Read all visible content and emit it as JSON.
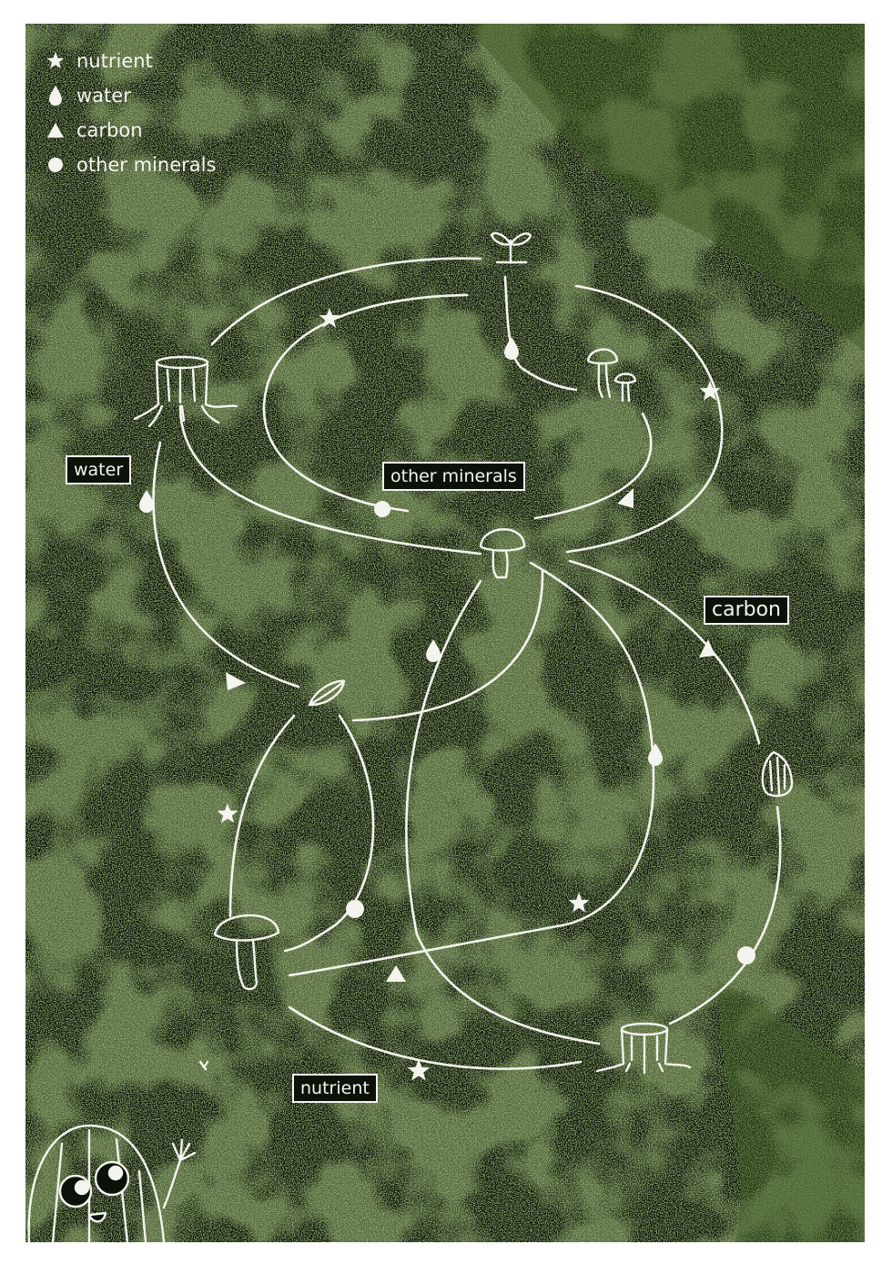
{
  "legend": [
    {
      "icon": "star-icon",
      "label": "nutrient"
    },
    {
      "icon": "drop-icon",
      "label": "water"
    },
    {
      "icon": "triangle-icon",
      "label": "carbon"
    },
    {
      "icon": "circle-icon",
      "label": "other minerals"
    }
  ],
  "labels": {
    "water": "water",
    "other_minerals": "other minerals",
    "carbon": "carbon",
    "nutrient": "nutrient"
  },
  "nodes": [
    {
      "id": "sprout",
      "icon": "sprout-icon"
    },
    {
      "id": "small-mushrooms",
      "icon": "mushrooms-icon"
    },
    {
      "id": "stump-top",
      "icon": "tree-stump-icon"
    },
    {
      "id": "center-mushroom",
      "icon": "mushroom-icon"
    },
    {
      "id": "leaf",
      "icon": "leaf-icon"
    },
    {
      "id": "seed",
      "icon": "seed-icon"
    },
    {
      "id": "big-mushroom",
      "icon": "mushroom-icon"
    },
    {
      "id": "stump-bottom",
      "icon": "tree-stump-icon"
    },
    {
      "id": "mascot",
      "icon": "seed-character-icon"
    }
  ],
  "colors": {
    "background": "#0b1208",
    "moss": "#4e6e2c",
    "line": "#f4f4ee",
    "frame": "#ffffff"
  }
}
